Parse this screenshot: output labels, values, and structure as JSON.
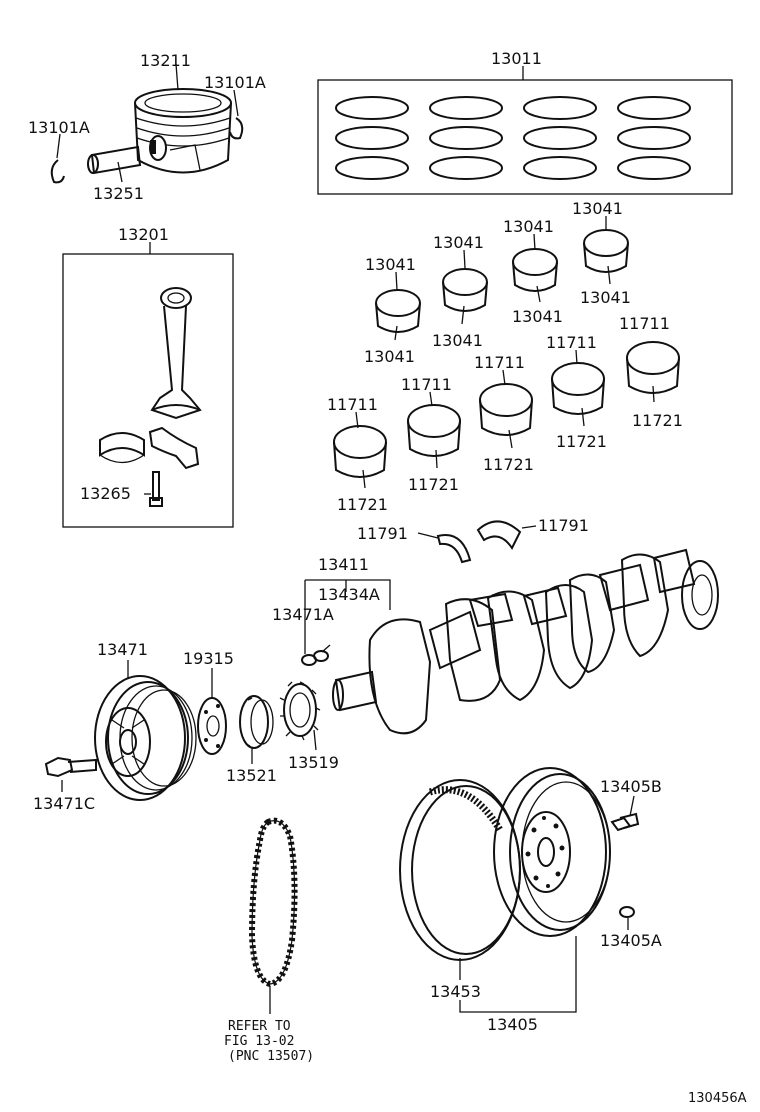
{
  "labels": {
    "l13211": "13211",
    "l13101a_right": "13101A",
    "l13101a_left": "13101A",
    "l13251": "13251",
    "l13011": "13011",
    "l13201": "13201",
    "l13265": "13265",
    "l13041_a": "13041",
    "l13041_b": "13041",
    "l13041_c": "13041",
    "l13041_d": "13041",
    "l13041_e": "13041",
    "l13041_f": "13041",
    "l13041_g": "13041",
    "l13041_h": "13041",
    "l11711_a": "11711",
    "l11711_b": "11711",
    "l11711_c": "11711",
    "l11711_d": "11711",
    "l11711_e": "11711",
    "l11721_a": "11721",
    "l11721_b": "11721",
    "l11721_c": "11721",
    "l11721_d": "11721",
    "l11721_e": "11721",
    "l11791_left": "11791",
    "l11791_right": "11791",
    "l13411": "13411",
    "l13434a": "13434A",
    "l13471a": "13471A",
    "l13471": "13471",
    "l19315": "19315",
    "l13471c": "13471C",
    "l13521": "13521",
    "l13519": "13519",
    "l13405b": "13405B",
    "l13405a": "13405A",
    "l13453": "13453",
    "l13405": "13405"
  },
  "refer_note": {
    "line1": "REFER TO",
    "line2": "FIG 13-02",
    "line3": "(PNC 13507)"
  },
  "figure_number": "130456A"
}
